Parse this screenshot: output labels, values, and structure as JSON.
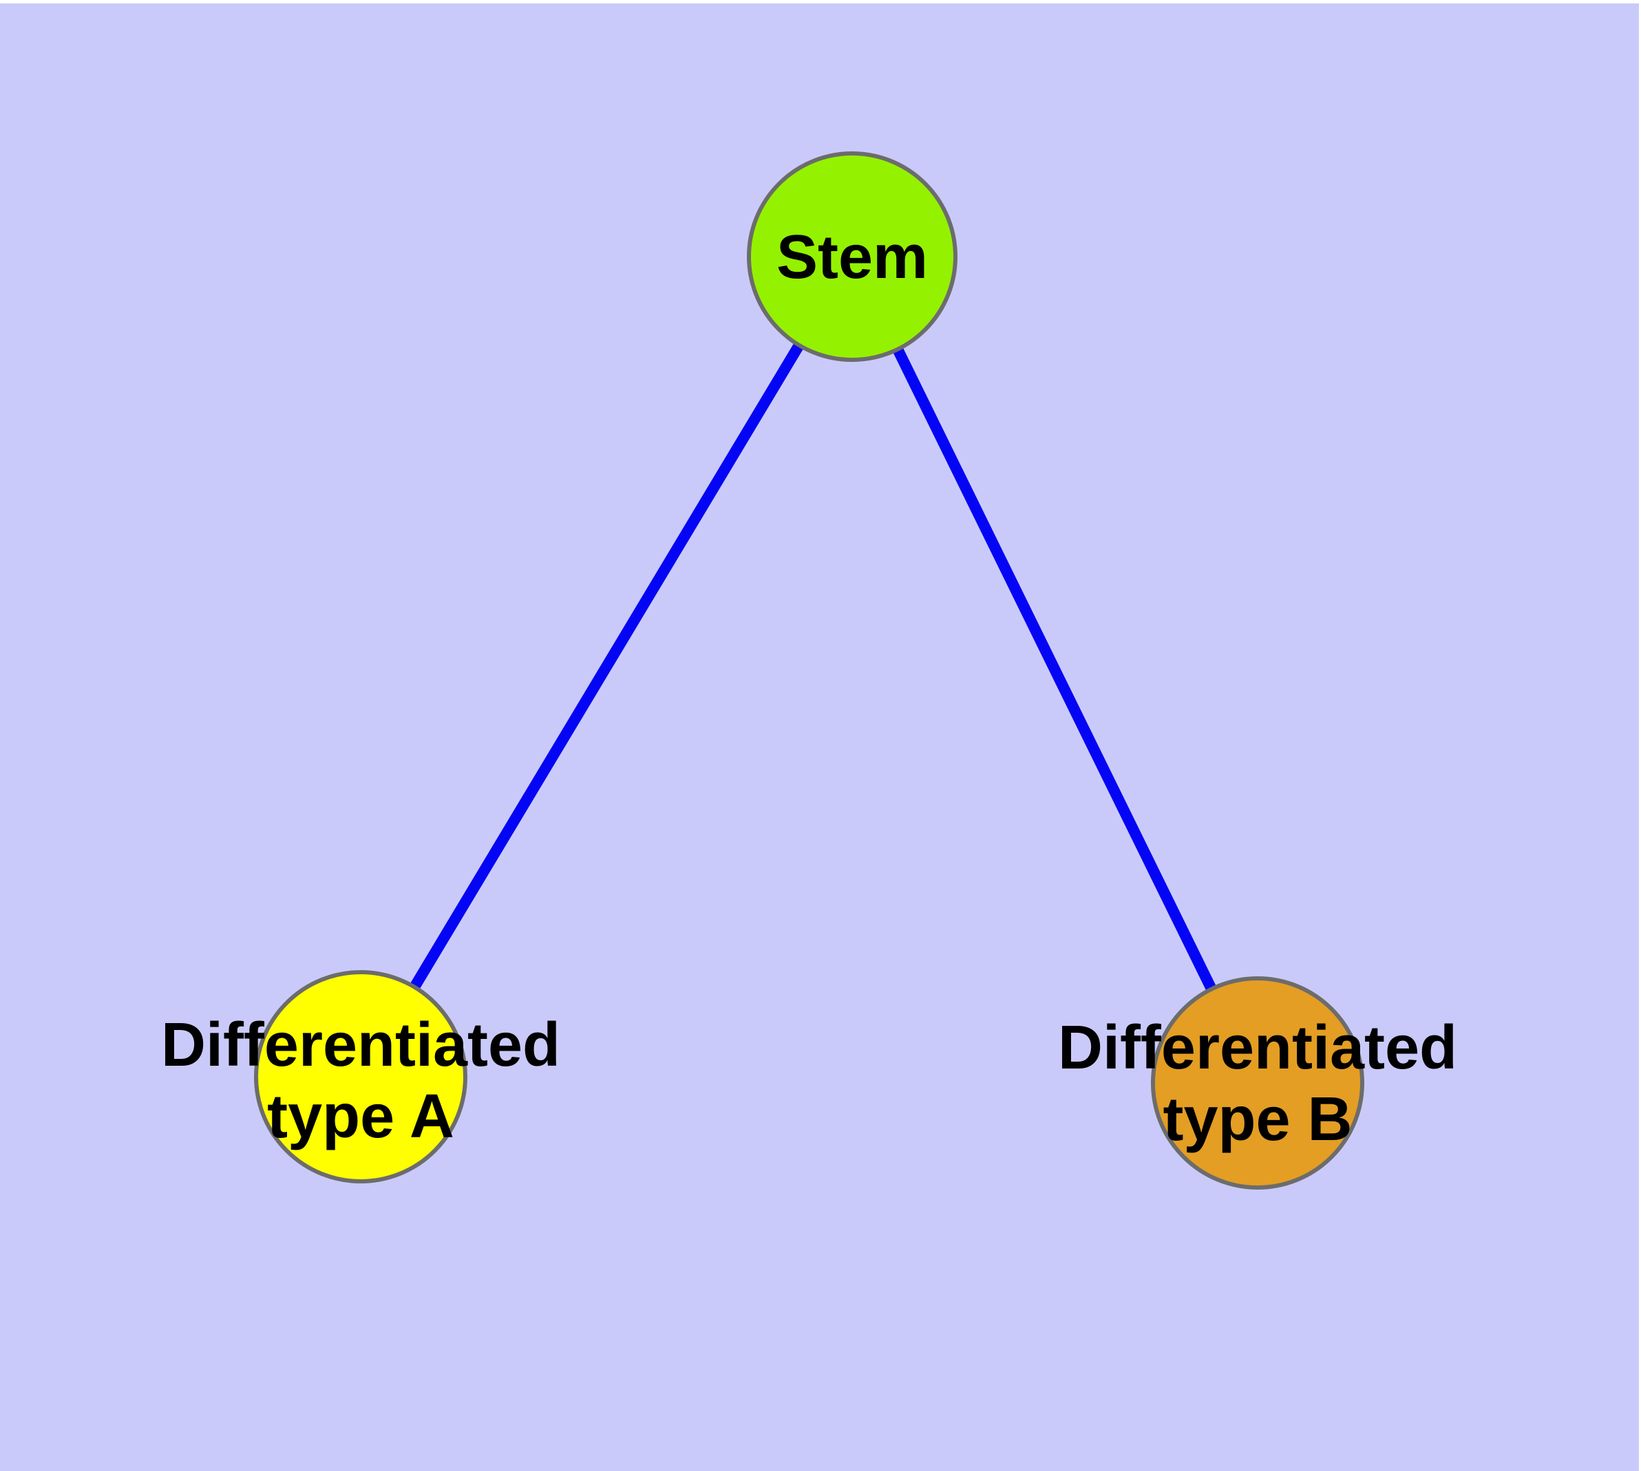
{
  "diagram": {
    "background_color": "#CACAFA",
    "top_border_color": "#FFFFFF",
    "edge_color": "#0505F5",
    "node_border_color": "#6C6C6C",
    "text_color": "#000000",
    "nodes": {
      "stem": {
        "label": "Stem",
        "color": "#94F200"
      },
      "typeA": {
        "label": "Differentiated type A",
        "label_line1": "Differentiated",
        "label_line2": "type A",
        "color": "#FFFF00"
      },
      "typeB": {
        "label": "Differentiated type B",
        "label_line1": "Differentiated",
        "label_line2": "type B",
        "color": "#E49E23"
      }
    },
    "edges": [
      {
        "from": "Stem",
        "to": "Differentiated type A"
      },
      {
        "from": "Stem",
        "to": "Differentiated type B"
      }
    ]
  }
}
